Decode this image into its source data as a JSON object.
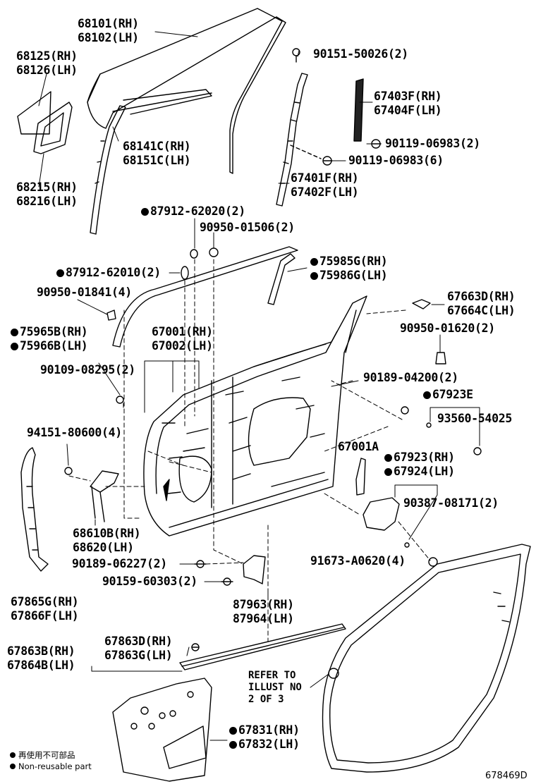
{
  "labels": [
    {
      "id": "glass",
      "lines": [
        "68101(RH)",
        "68102(LH)"
      ],
      "dot": false
    },
    {
      "id": "quarter-glass",
      "lines": [
        "68125(RH)",
        "68126(LH)"
      ],
      "dot": false
    },
    {
      "id": "quarter-weatherstrip",
      "lines": [
        "68215(RH)",
        "68216(LH)"
      ],
      "dot": false
    },
    {
      "id": "run-channel",
      "lines": [
        "68141C(RH)",
        "68151C(LH)"
      ],
      "dot": false
    },
    {
      "id": "screw-90151",
      "lines": [
        "90151-50026(2)"
      ],
      "dot": false
    },
    {
      "id": "garnish-67403",
      "lines": [
        "67403F(RH)",
        "67404F(LH)"
      ],
      "dot": false
    },
    {
      "id": "bolt-90119-2",
      "lines": [
        "90119-06983(2)"
      ],
      "dot": false
    },
    {
      "id": "bolt-90119-6",
      "lines": [
        "90119-06983(6)"
      ],
      "dot": false
    },
    {
      "id": "frame-67401",
      "lines": [
        "67401F(RH)",
        "67402F(LH)"
      ],
      "dot": false
    },
    {
      "id": "clip-87912-62020",
      "lines": [
        "87912-62020(2)"
      ],
      "dot": true
    },
    {
      "id": "clip-90950-01506",
      "lines": [
        "90950-01506(2)"
      ],
      "dot": false
    },
    {
      "id": "clip-87912-62010",
      "lines": [
        "87912-62010(2)"
      ],
      "dot": true
    },
    {
      "id": "weatherstrip-75985",
      "lines": [
        "75985G(RH)",
        "75986G(LH)"
      ],
      "dot": true
    },
    {
      "id": "clip-90950-01841",
      "lines": [
        "90950-01841(4)"
      ],
      "dot": false
    },
    {
      "id": "cover-67663",
      "lines": [
        "67663D(RH)",
        "67664C(LH)"
      ],
      "dot": false
    },
    {
      "id": "moulding-75965",
      "lines": [
        "75965B(RH)",
        "75966B(LH)"
      ],
      "dot": true
    },
    {
      "id": "door-panel",
      "lines": [
        "67001(RH)",
        "67002(LH)"
      ],
      "dot": false
    },
    {
      "id": "clip-90950-01620",
      "lines": [
        "90950-01620(2)"
      ],
      "dot": false
    },
    {
      "id": "nut-90109",
      "lines": [
        "90109-08295(2)"
      ],
      "dot": false
    },
    {
      "id": "clip-90189-04200",
      "lines": [
        "90189-04200(2)"
      ],
      "dot": false
    },
    {
      "id": "plug-67923e",
      "lines": [
        "67923E"
      ],
      "dot": true
    },
    {
      "id": "plug-93560",
      "lines": [
        "93560-54025"
      ],
      "dot": false
    },
    {
      "id": "bolt-94151",
      "lines": [
        "94151-80600(4)"
      ],
      "dot": false
    },
    {
      "id": "door-67001a",
      "lines": [
        "67001A"
      ],
      "dot": false
    },
    {
      "id": "plug-67923",
      "lines": [
        "67923(RH)",
        "67924(LH)"
      ],
      "dot": true
    },
    {
      "id": "clip-90387",
      "lines": [
        "90387-08171(2)"
      ],
      "dot": false
    },
    {
      "id": "check-68610",
      "lines": [
        "68610B(RH)",
        "68620(LH)"
      ],
      "dot": false
    },
    {
      "id": "clip-90189-06227",
      "lines": [
        "90189-06227(2)"
      ],
      "dot": false
    },
    {
      "id": "clip-91673",
      "lines": [
        "91673-A0620(4)"
      ],
      "dot": false
    },
    {
      "id": "screw-90159",
      "lines": [
        "90159-60303(2)"
      ],
      "dot": false
    },
    {
      "id": "seal-67865",
      "lines": [
        "67865G(RH)",
        "67866F(LH)"
      ],
      "dot": false
    },
    {
      "id": "bracket-87963",
      "lines": [
        "87963(RH)",
        "87964(LH)"
      ],
      "dot": false
    },
    {
      "id": "weatherstrip-67863d",
      "lines": [
        "67863D(RH)",
        "67863G(LH)"
      ],
      "dot": false
    },
    {
      "id": "weatherstrip-67863b",
      "lines": [
        "67863B(RH)",
        "67864B(LH)"
      ],
      "dot": false
    },
    {
      "id": "cover-67831",
      "lines": [
        "67831(RH)",
        "67832(LH)"
      ],
      "dot": true
    }
  ],
  "note": {
    "lines": [
      "REFER TO",
      "ILLUST NO",
      "2 OF 3"
    ]
  },
  "legend": {
    "items": [
      "再使用不可部品",
      "Non-reusable part"
    ]
  },
  "diagram_code": "678469D"
}
